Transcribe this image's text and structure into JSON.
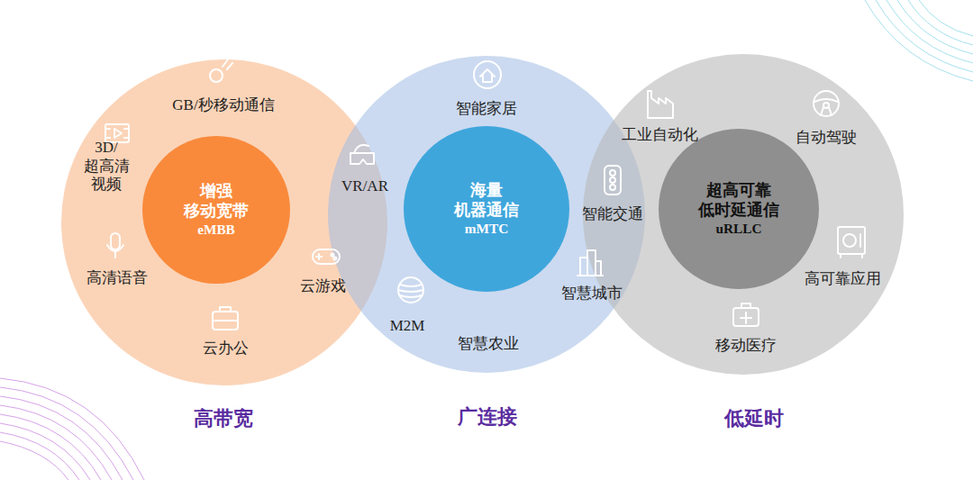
{
  "diagram": {
    "nodes": [
      {
        "text": [
          "高带宽"
        ]
      },
      {
        "text": [
          "增强 移动宽带",
          "eMBB"
        ],
        "in": 0
      },
      {
        "text": [
          "广连接"
        ]
      },
      {
        "text": [
          "海量 机器通信",
          "mMTC"
        ],
        "in": 2
      },
      {
        "text": [
          "低延时"
        ]
      },
      {
        "text": [
          "超高可靠 低时延通信",
          "uRLLC"
        ],
        "in": 4
      }
    ],
    "labels": [
      "GB/秒移动通信",
      "3D/超高清 视频",
      "高清语音",
      "云办公",
      "VR/AR",
      "云游戏",
      "智能家居",
      "M2M",
      "智慧农业",
      "智能交通",
      "智慧城市",
      "工业自动化",
      "自动驾驶",
      "高可靠应用",
      "移动医疗"
    ]
  }
}
